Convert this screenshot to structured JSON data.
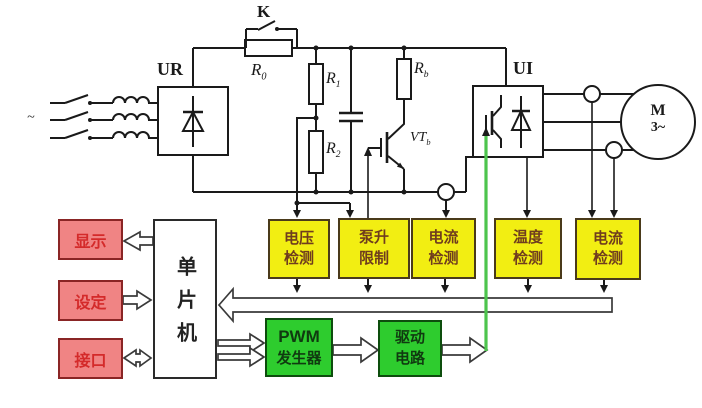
{
  "power": {
    "ac_label": "~",
    "rectifier_label": "UR",
    "inverter_label": "UI",
    "contactor_label": "K",
    "r0": {
      "base": "R",
      "sub": "0"
    },
    "r1": {
      "base": "R",
      "sub": "1"
    },
    "r2": {
      "base": "R",
      "sub": "2"
    },
    "rb": {
      "base": "R",
      "sub": "b"
    },
    "vtb": {
      "base": "VT",
      "sub": "b"
    },
    "motor": {
      "line1": "M",
      "line2": "3~"
    }
  },
  "blocks": {
    "display": {
      "label": "显示"
    },
    "setting": {
      "label": "设定"
    },
    "interface": {
      "label": "接口"
    },
    "mcu": {
      "label": "单片机"
    },
    "voltage_detect": {
      "line1": "电压",
      "line2": "检测"
    },
    "pump_limit": {
      "line1": "泵升",
      "line2": "限制"
    },
    "current_detect_dc": {
      "line1": "电流",
      "line2": "检测"
    },
    "temp_detect": {
      "line1": "温度",
      "line2": "检测"
    },
    "current_detect_out": {
      "line1": "电流",
      "line2": "检测"
    },
    "pwm": {
      "line1": "PWM",
      "line2": "发生器"
    },
    "drive": {
      "line1": "驱动",
      "line2": "电路"
    }
  },
  "colors": {
    "detect-fill": "#f2ee12",
    "detect-text": "#6f3d1e",
    "io-fill": "#f08484",
    "io-text": "#d42a2a",
    "green-fill": "#2ecc2e",
    "green-text": "#103a10",
    "wire": "#1a1a1a",
    "gate-wire": "#4dc44d"
  }
}
